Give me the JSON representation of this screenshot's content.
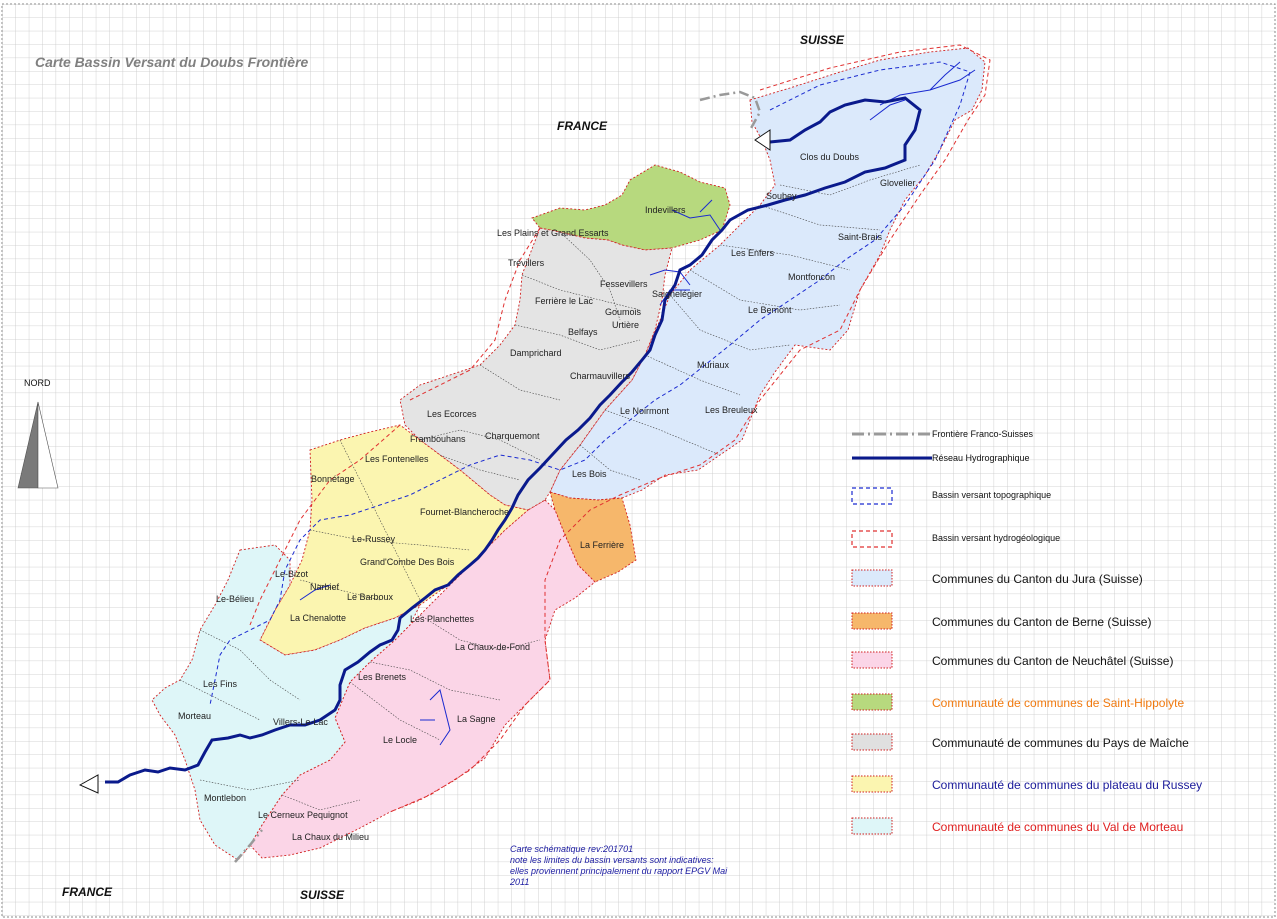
{
  "title": "Carte Bassin Versant du Doubs Frontière",
  "countries": {
    "suisse_top": "SUISSE",
    "france_top": "FRANCE",
    "france_bottom": "FRANCE",
    "suisse_bottom": "SUISSE"
  },
  "north_label": "NORD",
  "note_lines": [
    "Carte schématique rev:201701",
    "note les limites du bassin versants sont indicatives:",
    "elles proviennent  principalement du rapport  EPGV Mai",
    "2011"
  ],
  "communes": [
    "Clos du Doubs",
    "Glovelier",
    "Soubey",
    "Indevillers",
    "Saint-Brais",
    "Les Plains et Grand Essarts",
    "Les Enfers",
    "Trévillers",
    "Montfoncon",
    "Fessevillers",
    "Saignelégier",
    "Ferrière le Lac",
    "Goumois",
    "Urtière",
    "Le Bemont",
    "Belfays",
    "Damprichard",
    "Muriaux",
    "Charmauvillers",
    "Le Noirmont",
    "Les Breuleux",
    "Les Ecorces",
    "Frambouhans",
    "Charquemont",
    "Les Fontenelles",
    "Les Bois",
    "Bonnétage",
    "Fournet-Blancheroche",
    "Le-Russey",
    "La Ferrière",
    "Grand'Combe Des Bois",
    "Le-Bizot",
    "Narbief",
    "Le-Bélieu",
    "Le Barboux",
    "La Chenalotte",
    "Les Planchettes",
    "La Chaux-de-Fond",
    "Les Fins",
    "Les Brenets",
    "Morteau",
    "La Sagne",
    "Villers-Le-Lac",
    "Le Locle",
    "Montlebon",
    "Le Cerneux Pequignot",
    "La Chaux du Milieu"
  ],
  "legend": [
    {
      "label": "Frontière Franco-Suisses",
      "kind": "line",
      "color": "#999999"
    },
    {
      "label": "Réseau Hydrographique",
      "kind": "line",
      "color": "#0a1a8c"
    },
    {
      "label": "Bassin versant topographique",
      "kind": "box-dashed",
      "color": "#1a2ad0"
    },
    {
      "label": "Bassin versant hydrogéologique",
      "kind": "box-dashed",
      "color": "#e03030"
    },
    {
      "label": "Communes du Canton du Jura (Suisse)",
      "kind": "fill",
      "color": "#dbe9fb",
      "text_color": "#111111"
    },
    {
      "label": "Communes du Canton de Berne (Suisse)",
      "kind": "fill",
      "color": "#f6b76b",
      "text_color": "#111111"
    },
    {
      "label": "Communes du Canton de Neuchâtel (Suisse)",
      "kind": "fill",
      "color": "#fbd5e7",
      "text_color": "#111111"
    },
    {
      "label": "Communauté de communes de Saint-Hippolyte",
      "kind": "fill",
      "color": "#b7d97e",
      "text_color": "#f07a10"
    },
    {
      "label": "Communauté de communes du Pays de Maîche",
      "kind": "fill",
      "color": "#e0e0e0",
      "text_color": "#111111"
    },
    {
      "label": "Communauté de communes du plateau du Russey",
      "kind": "fill",
      "color": "#fbf5b0",
      "text_color": "#1a1a9a"
    },
    {
      "label": "Communauté de communes du Val de Morteau",
      "kind": "fill",
      "color": "#def6f8",
      "text_color": "#e02020"
    }
  ]
}
